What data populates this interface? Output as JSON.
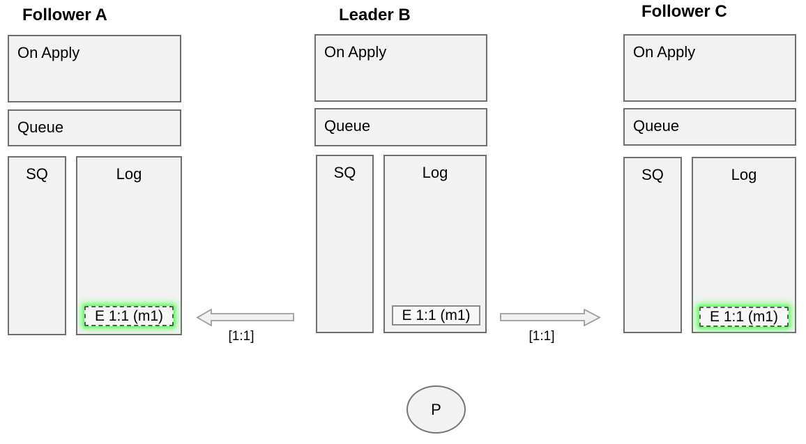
{
  "diagram": {
    "nodes": [
      {
        "id": "follower-a",
        "title": "Follower A",
        "on_apply_label": "On Apply",
        "queue_label": "Queue",
        "sq_label": "SQ",
        "log_label": "Log",
        "log_entry": {
          "label": "E 1:1 (m1)",
          "border_style": "dashed",
          "highlighted": true
        }
      },
      {
        "id": "leader-b",
        "title": "Leader B",
        "on_apply_label": "On Apply",
        "queue_label": "Queue",
        "sq_label": "SQ",
        "log_label": "Log",
        "log_entry": {
          "label": "E 1:1 (m1)",
          "border_style": "solid",
          "highlighted": false
        }
      },
      {
        "id": "follower-c",
        "title": "Follower C",
        "on_apply_label": "On Apply",
        "queue_label": "Queue",
        "sq_label": "SQ",
        "log_label": "Log",
        "log_entry": {
          "label": "E 1:1 (m1)",
          "border_style": "dashed",
          "highlighted": true
        }
      }
    ],
    "edges": [
      {
        "id": "replicate-to-follower-a",
        "label": "[1:1]",
        "direction": "left"
      },
      {
        "id": "replicate-to-follower-c",
        "label": "[1:1]",
        "direction": "right"
      }
    ],
    "proposer": {
      "label": "P"
    },
    "colors": {
      "box_fill": "#f2f2f2",
      "box_border": "#6e6e6e",
      "arrow_fill": "#f1f1f1",
      "arrow_border": "#9c9c9c",
      "highlight_glow": "#62ff62",
      "text": "#000000"
    }
  }
}
